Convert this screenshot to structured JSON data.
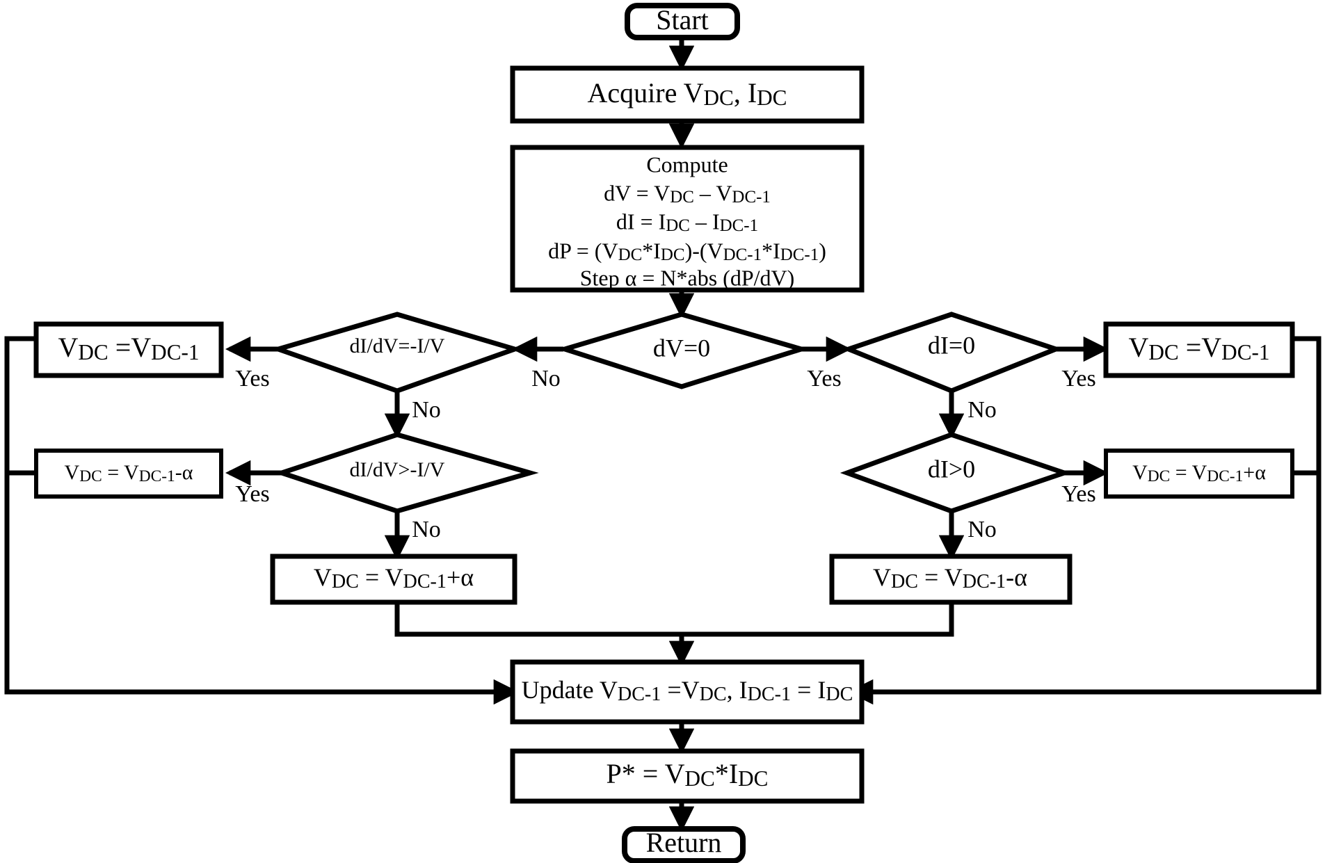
{
  "diagram": {
    "title": "Incremental Conductance MPPT Flowchart",
    "type": "flowchart",
    "stroke_color": "#000000",
    "fill_color": "#ffffff",
    "background": "#ffffff"
  },
  "nodes": {
    "start": {
      "label": "Start",
      "shape": "terminator"
    },
    "acquire": {
      "label": "Acquire V",
      "label_sub1": "DC",
      "label_mid": ", I",
      "label_sub2": "DC",
      "shape": "process"
    },
    "compute": {
      "heading": "Compute",
      "shape": "process",
      "lines": [
        {
          "parts": [
            {
              "t": "dV = V"
            },
            {
              "t": "DC",
              "sub": true
            },
            {
              "t": " – V"
            },
            {
              "t": "DC-1",
              "sub": true
            }
          ]
        },
        {
          "parts": [
            {
              "t": "dI = I"
            },
            {
              "t": "DC",
              "sub": true
            },
            {
              "t": " – I"
            },
            {
              "t": "DC-1",
              "sub": true
            }
          ]
        },
        {
          "parts": [
            {
              "t": "dP = (V"
            },
            {
              "t": "DC",
              "sub": true
            },
            {
              "t": "*I"
            },
            {
              "t": "DC",
              "sub": true
            },
            {
              "t": ")-(V"
            },
            {
              "t": "DC-1",
              "sub": true
            },
            {
              "t": "*I"
            },
            {
              "t": "DC-1",
              "sub": true
            },
            {
              "t": ")"
            }
          ]
        },
        {
          "parts": [
            {
              "t": "Step α = N*abs (dP/dV)"
            }
          ]
        }
      ],
      "plain_lines": [
        "dV = VDC – VDC-1",
        "dI = IDC – IDC-1",
        "dP = (VDC*IDC)-(VDC-1*IDC-1)",
        "Step α = N*abs (dP/dV)"
      ]
    },
    "dv_zero": {
      "label": "dV=0",
      "shape": "decision"
    },
    "di_zero": {
      "label": "dI=0",
      "shape": "decision"
    },
    "didv_eq": {
      "label": "dI/dV=-I/V",
      "shape": "decision"
    },
    "didv_gt": {
      "label": "dI/dV>-I/V",
      "shape": "decision"
    },
    "di_gt_zero": {
      "label": "dI>0",
      "shape": "decision"
    },
    "left_keep": {
      "label": "V",
      "sub1": "DC",
      "mid": " =V",
      "sub2": "DC-1",
      "shape": "process",
      "plain": "VDC =VDC-1"
    },
    "right_keep": {
      "label": "V",
      "sub1": "DC",
      "mid": " =V",
      "sub2": "DC-1",
      "shape": "process",
      "plain": "VDC =VDC-1"
    },
    "left_dec": {
      "label": "V",
      "sub1": "DC",
      "mid": " = V",
      "sub2": "DC-1",
      "tail": "-α",
      "shape": "process",
      "plain": "VDC = VDC-1-α"
    },
    "right_inc": {
      "label": "V",
      "sub1": "DC",
      "mid": " = V",
      "sub2": "DC-1",
      "tail": "+α",
      "shape": "process",
      "plain": "VDC = VDC-1+α"
    },
    "left_inc": {
      "label": "V",
      "sub1": "DC",
      "mid": " = V",
      "sub2": "DC-1",
      "tail": "+α",
      "shape": "process",
      "plain": "VDC = VDC-1+α"
    },
    "right_dec": {
      "label": "V",
      "sub1": "DC",
      "mid": " = V",
      "sub2": "DC-1",
      "tail": "-α",
      "shape": "process",
      "plain": "VDC = VDC-1-α"
    },
    "update": {
      "prefix": "Update V",
      "sub1": "DC-1",
      "mid": " =V",
      "sub2": "DC",
      "mid2": ", I",
      "sub3": "DC-1",
      "mid3": " = I",
      "sub4": "DC",
      "shape": "process",
      "plain": "Update VDC-1 =VDC, IDC-1 = IDC"
    },
    "pstar": {
      "prefix": "P* = V",
      "sub1": "DC",
      "mid": "*I",
      "sub2": "DC",
      "shape": "process",
      "plain": "P* = VDC*IDC"
    },
    "return": {
      "label": "Return",
      "shape": "terminator"
    }
  },
  "edge_labels": {
    "dv_zero_no": "No",
    "dv_zero_yes": "Yes",
    "didv_eq_yes": "Yes",
    "didv_eq_no": "No",
    "didv_gt_yes": "Yes",
    "didv_gt_no": "No",
    "di_zero_yes": "Yes",
    "di_zero_no": "No",
    "di_gt_yes": "Yes",
    "di_gt_no": "No"
  }
}
